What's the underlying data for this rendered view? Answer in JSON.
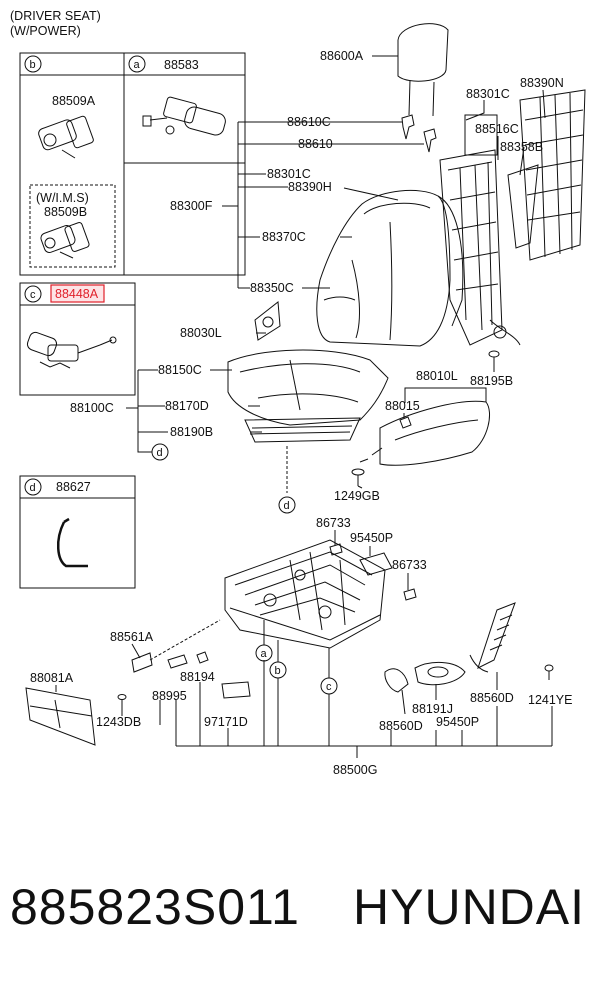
{
  "header": {
    "line1": "(DRIVER SEAT)",
    "line2": "(W/POWER)"
  },
  "inset_b": {
    "circle": "b",
    "part": "88509A",
    "wims_label": "(W/I.M.S)",
    "wims_part": "88509B"
  },
  "inset_a": {
    "circle": "a",
    "part": "88583"
  },
  "inset_c": {
    "circle": "c",
    "part": "88448A"
  },
  "inset_d": {
    "circle": "d",
    "part": "88627"
  },
  "labels": {
    "headrest": "88600A",
    "back_frame_cover": "88390N",
    "back_frame_pad": "88301C",
    "guide_c": "88610C",
    "guide": "88610",
    "back_assy_cover": "88301C",
    "back_assy_pad": "88390H",
    "back_assy": "88300F",
    "lumbar": "88516C",
    "lumbar_b": "88358B",
    "back_cover": "88370C",
    "back_pad": "88350C",
    "knob": "88030L",
    "cushion_cover": "88150C",
    "cushion_assy": "88100C",
    "cushion_pad": "88170D",
    "cushion_b": "88190B",
    "shield": "88010L",
    "screw_195b": "88195B",
    "clip_015": "88015",
    "bolt_249": "1249GB",
    "clip_733a": "86733",
    "module_450": "95450P",
    "clip_733b": "86733",
    "bracket_561": "88561A",
    "cover_081": "88081A",
    "switch_194": "88194",
    "switch_995": "88995",
    "screw_243": "1243DB",
    "module_171": "97171D",
    "switch_191": "88191J",
    "switch_560d_a": "88560D",
    "switch_560d_b": "88560D",
    "module_450b": "95450P",
    "screw_241": "1241YE",
    "track_assy": "88500G"
  },
  "callouts": {
    "a": "a",
    "b": "b",
    "c": "c",
    "d": "d"
  },
  "footer": {
    "part_number": "885823S011",
    "brand": "HYUNDAI"
  },
  "colors": {
    "line": "#111111",
    "highlight": "#e0202a",
    "highlight_fill": "#fde4e6"
  }
}
